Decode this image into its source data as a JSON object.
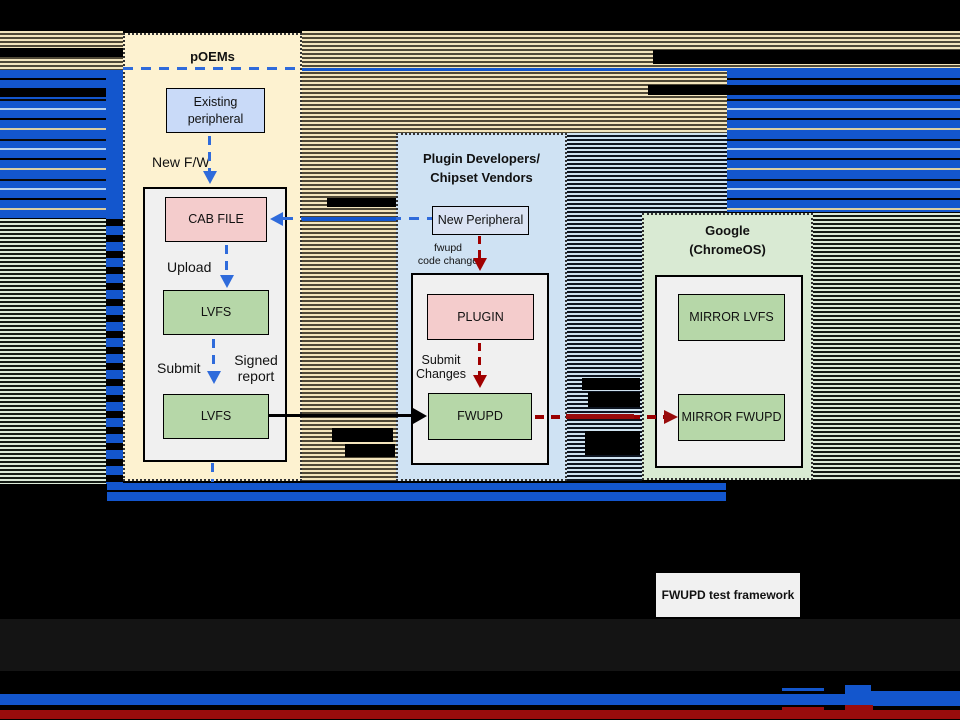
{
  "slide": {
    "groups": {
      "poems": {
        "title": "pOEMs",
        "nodes": {
          "existing_peripheral": "Existing\nperipheral",
          "cab_file": "CAB FILE",
          "lvfs_upper": "LVFS",
          "lvfs_lower": "LVFS"
        },
        "labels": {
          "new_fw": "New F/W",
          "upload": "Upload",
          "submit": "Submit",
          "signed_report": "Signed\nreport"
        }
      },
      "plugin_vendors": {
        "title": "Plugin Developers/\nChipset Vendors",
        "nodes": {
          "new_peripheral": "New Peripheral",
          "plugin": "PLUGIN",
          "fwupd": "FWUPD"
        },
        "labels": {
          "fwupd_code_change": "fwupd\ncode change",
          "submit_changes": "Submit\nChanges"
        }
      },
      "google": {
        "title": "Google\n(ChromeOS)",
        "nodes": {
          "mirror_lvfs": "MIRROR LVFS",
          "mirror_fwupd": "MIRROR FWUPD"
        }
      }
    },
    "standalone": {
      "test_framework": "FWUPD test framework"
    },
    "colors": {
      "poems_fill": "#fdf2d0",
      "plugin_fill": "#cfe2f3",
      "google_fill": "#d9ead3",
      "node_green": "#b6d7a8",
      "node_pink": "#f4cccc",
      "node_periph_blue": "#c9daf8",
      "node_lavender": "#dae3f3",
      "inner_panel_gray": "#f0f0f0",
      "arrow_blue": "#2f6bdb",
      "arrow_red": "#a00000",
      "glitch_blue": "#1356cd",
      "glitch_red": "#990c0c",
      "glitch_tan": "#f3e5bd",
      "glitch_lightblue": "#cfe2f0",
      "glitch_lightgreen": "#dcead8"
    }
  }
}
